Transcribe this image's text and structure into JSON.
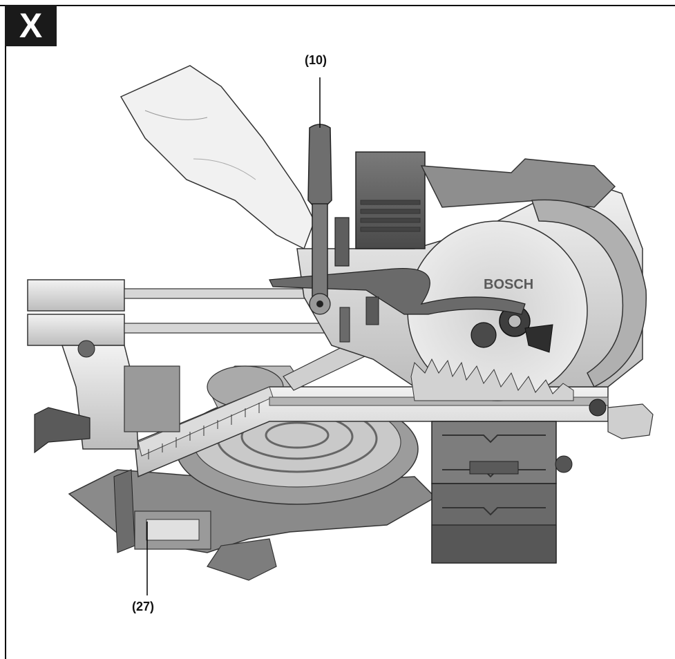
{
  "figure": {
    "badge": "X",
    "callouts": [
      {
        "id": "10",
        "label": "(10)"
      },
      {
        "id": "27",
        "label": "(27)"
      }
    ],
    "brand_mark": "BOSCH"
  },
  "colors": {
    "frame": "#000000",
    "badge_bg": "#1a1a1a",
    "badge_text": "#ffffff",
    "body_dark": "#5a5a5a",
    "body_mid": "#9a9a9a",
    "body_light": "#d8d8d8",
    "dust_bag": "#eeeeee"
  }
}
